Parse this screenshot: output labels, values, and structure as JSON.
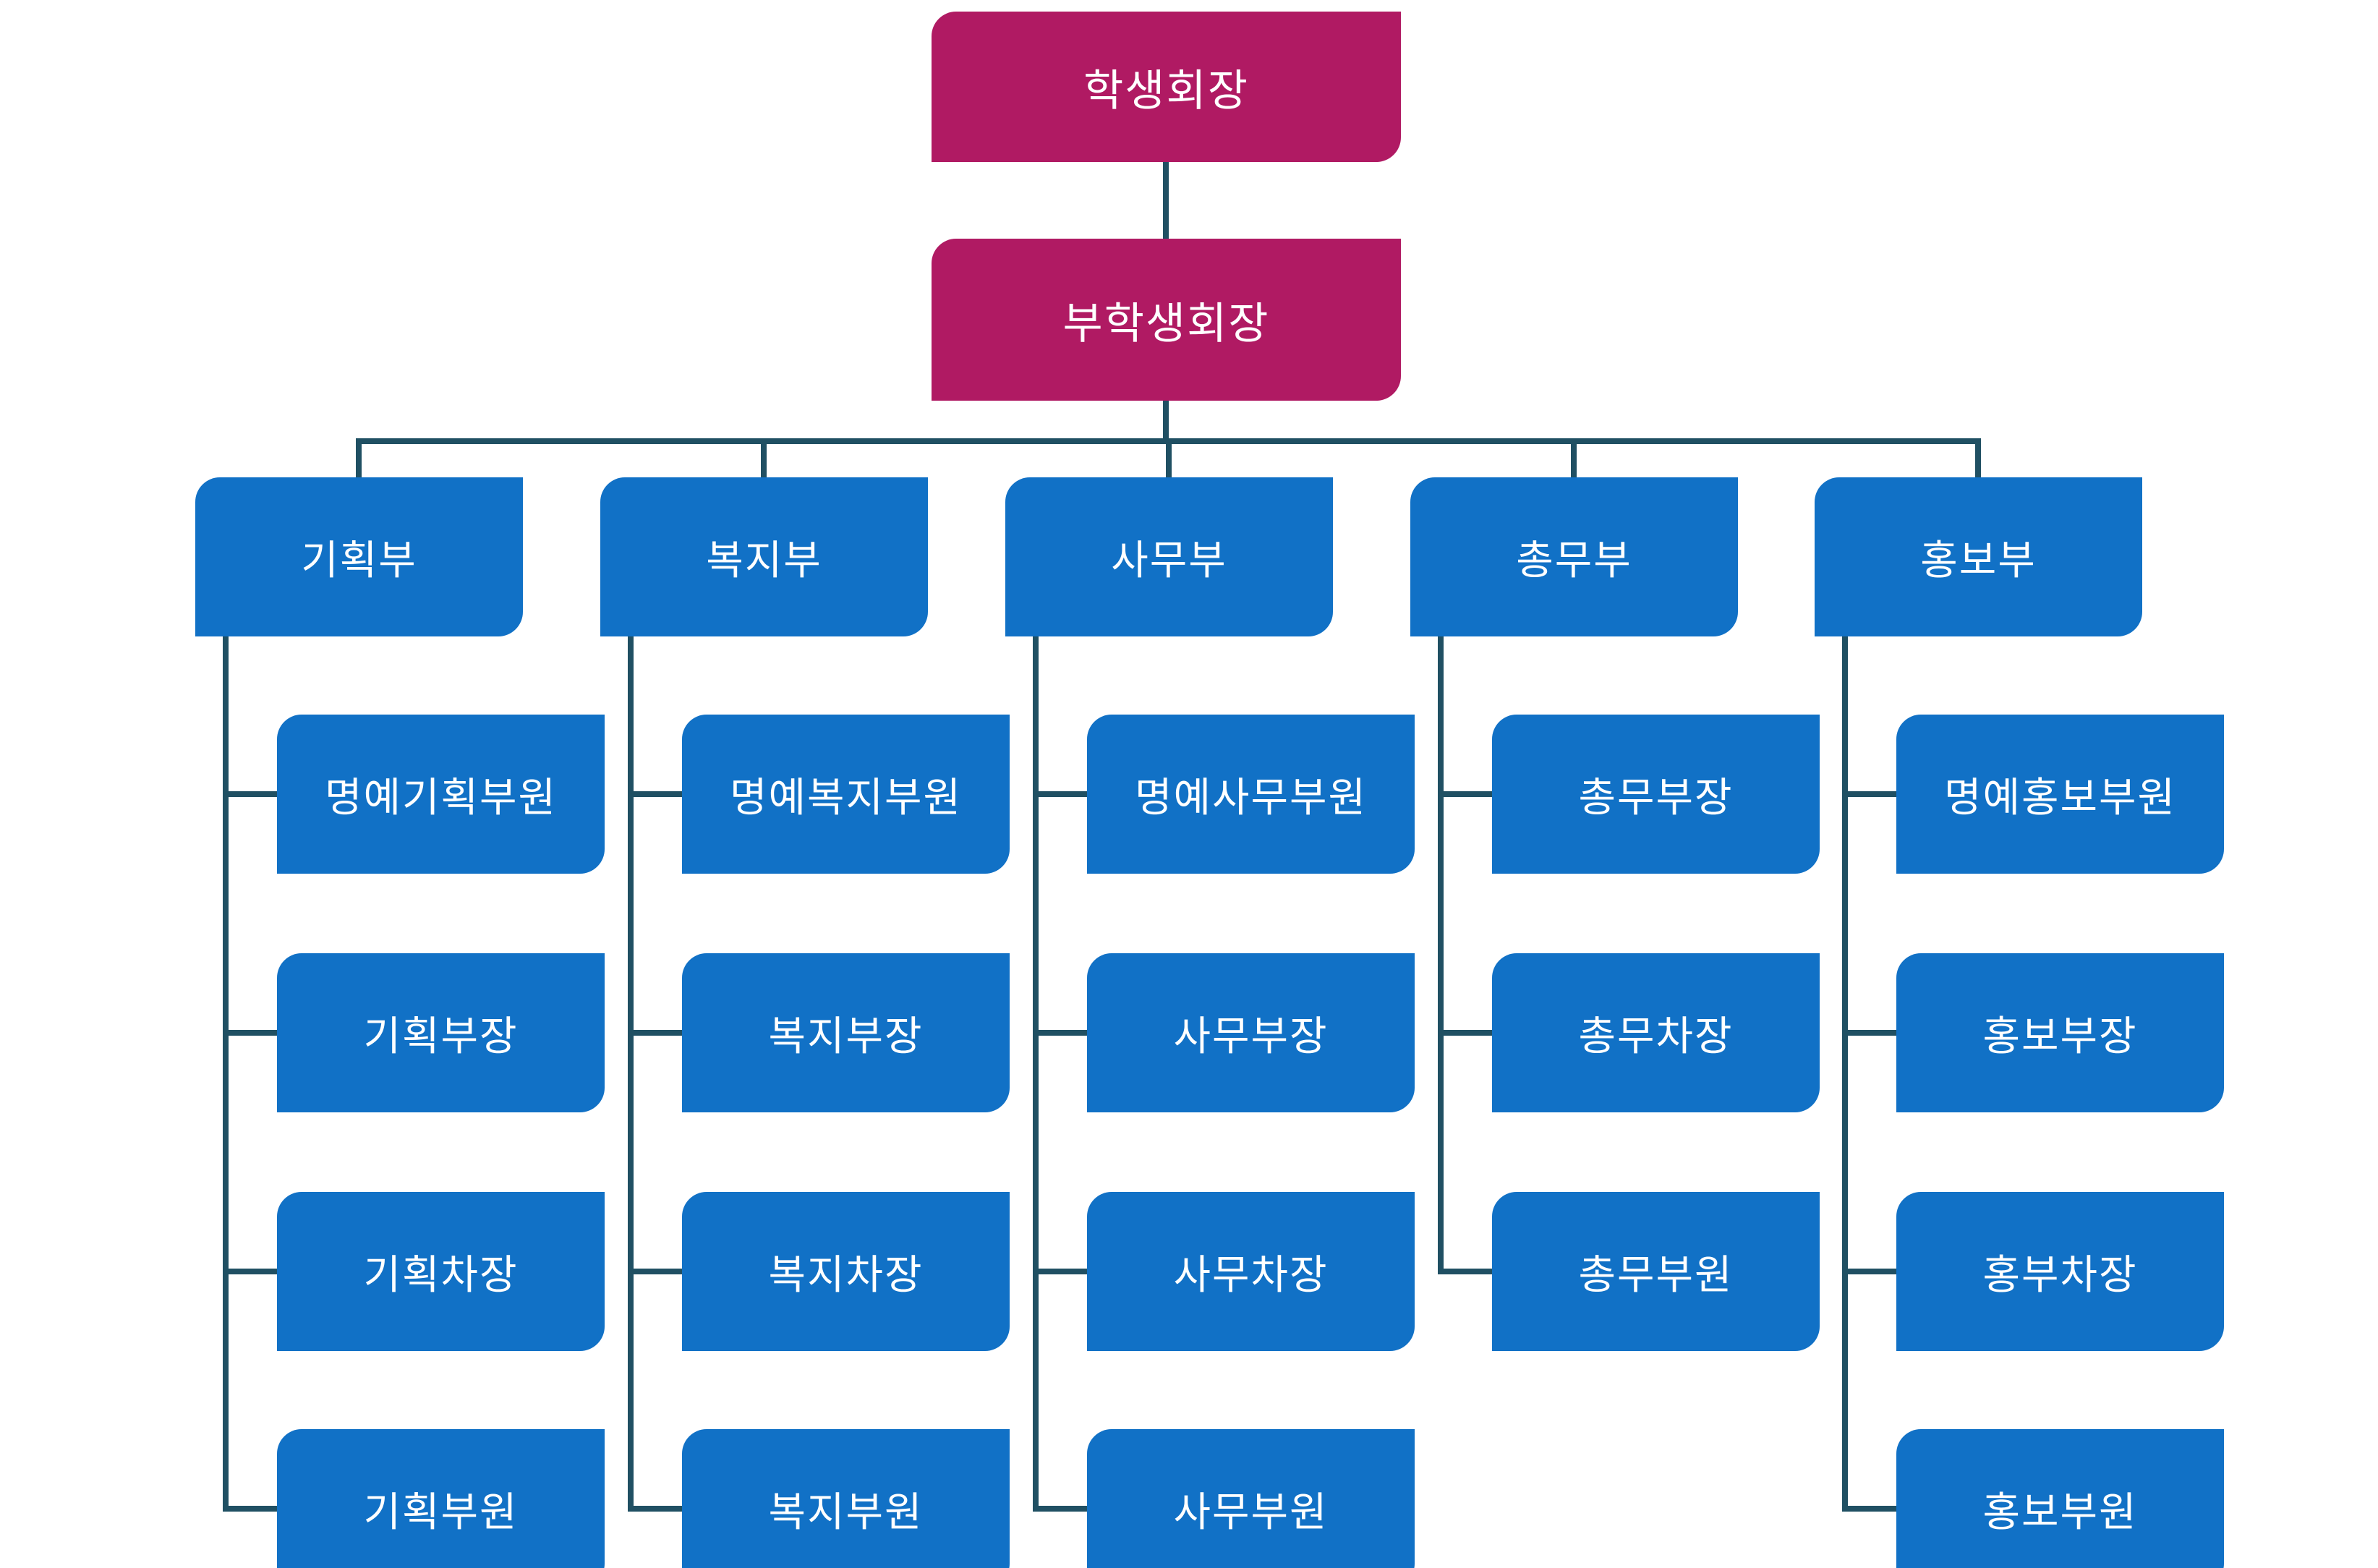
{
  "org": {
    "president": "학생회장",
    "vice_president": "부학생회장",
    "departments": [
      {
        "name": "기획부",
        "members": [
          "명예기획부원",
          "기획부장",
          "기획차장",
          "기획부원"
        ]
      },
      {
        "name": "복지부",
        "members": [
          "명예복지부원",
          "복지부장",
          "복지차장",
          "복지부원"
        ]
      },
      {
        "name": "사무부",
        "members": [
          "명예사무부원",
          "사무부장",
          "사무차장",
          "사무부원"
        ]
      },
      {
        "name": "총무부",
        "members": [
          "총무부장",
          "총무차장",
          "총무부원"
        ]
      },
      {
        "name": "홍보부",
        "members": [
          "명예홍보부원",
          "홍보부장",
          "홍부차장",
          "홍보부원"
        ]
      }
    ]
  },
  "colors": {
    "executive_node": "#B01A63",
    "department_node": "#1171C6",
    "connector": "#205063",
    "node_text": "#FFFFFF",
    "background": "#FFFFFF"
  }
}
